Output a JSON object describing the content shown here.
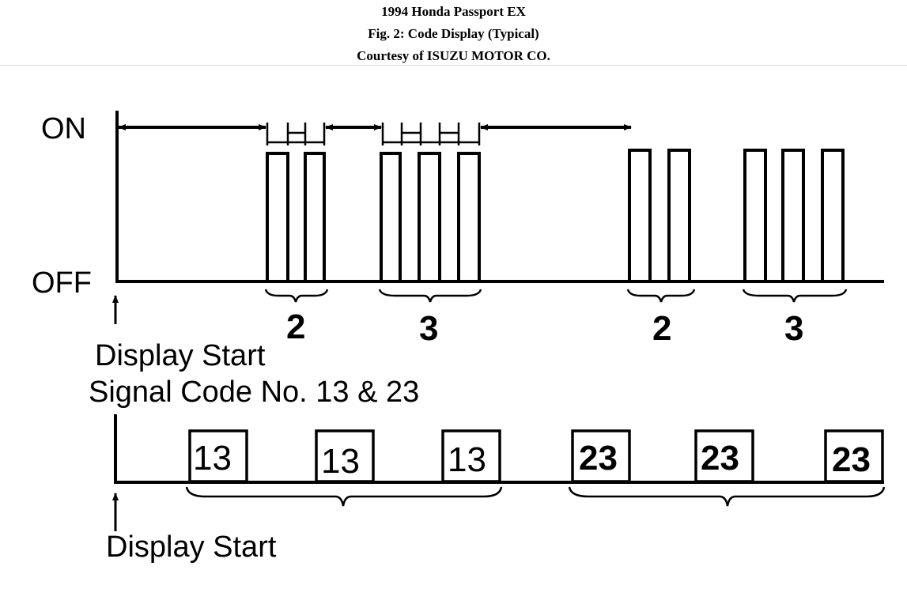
{
  "header": {
    "title": "1994 Honda Passport EX",
    "figure": "Fig. 2: Code Display (Typical)",
    "courtesy": "Courtesy of ISUZU MOTOR CO."
  },
  "diagram": {
    "on_label": "ON",
    "off_label": "OFF",
    "pulse_groups": [
      {
        "count": 2,
        "label": "2"
      },
      {
        "count": 3,
        "label": "3"
      },
      {
        "count": 2,
        "label": "2"
      },
      {
        "count": 3,
        "label": "3"
      }
    ],
    "display_start_1": "Display Start",
    "signal_code_label": "Signal Code No. 13 & 23",
    "code_boxes": [
      "13",
      "13",
      "13",
      "23",
      "23",
      "23"
    ],
    "display_start_2": "Display Start"
  }
}
